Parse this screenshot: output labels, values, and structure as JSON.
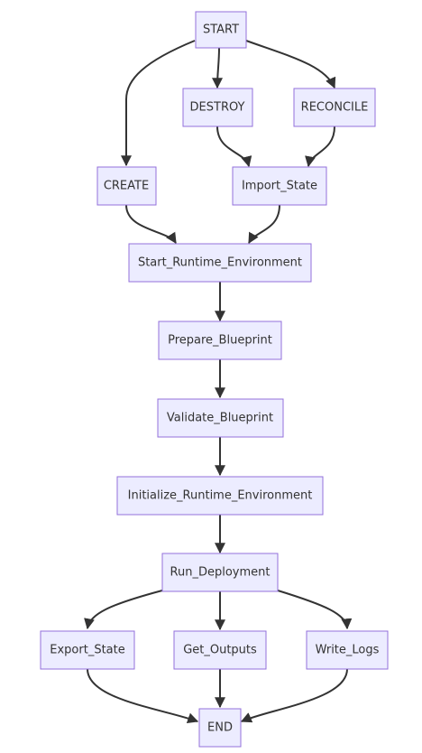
{
  "nodes": {
    "start": "START",
    "destroy": "DESTROY",
    "reconcile": "RECONCILE",
    "create": "CREATE",
    "import_state": "Import_State",
    "start_runtime": "Start_Runtime_Environment",
    "prepare_blueprint": "Prepare_Blueprint",
    "validate_blueprint": "Validate_Blueprint",
    "initialize_runtime": "Initialize_Runtime_Environment",
    "run_deployment": "Run_Deployment",
    "export_state": "Export_State",
    "get_outputs": "Get_Outputs",
    "write_logs": "Write_Logs",
    "end": "END"
  },
  "edges": [
    [
      "start",
      "create"
    ],
    [
      "start",
      "destroy"
    ],
    [
      "start",
      "reconcile"
    ],
    [
      "destroy",
      "import_state"
    ],
    [
      "reconcile",
      "import_state"
    ],
    [
      "create",
      "start_runtime"
    ],
    [
      "import_state",
      "start_runtime"
    ],
    [
      "start_runtime",
      "prepare_blueprint"
    ],
    [
      "prepare_blueprint",
      "validate_blueprint"
    ],
    [
      "validate_blueprint",
      "initialize_runtime"
    ],
    [
      "initialize_runtime",
      "run_deployment"
    ],
    [
      "run_deployment",
      "export_state"
    ],
    [
      "run_deployment",
      "get_outputs"
    ],
    [
      "run_deployment",
      "write_logs"
    ],
    [
      "export_state",
      "end"
    ],
    [
      "get_outputs",
      "end"
    ],
    [
      "write_logs",
      "end"
    ]
  ],
  "colors": {
    "node_fill": "#ECECFF",
    "node_stroke": "#9370DB",
    "edge": "#333333",
    "text": "#333333"
  }
}
